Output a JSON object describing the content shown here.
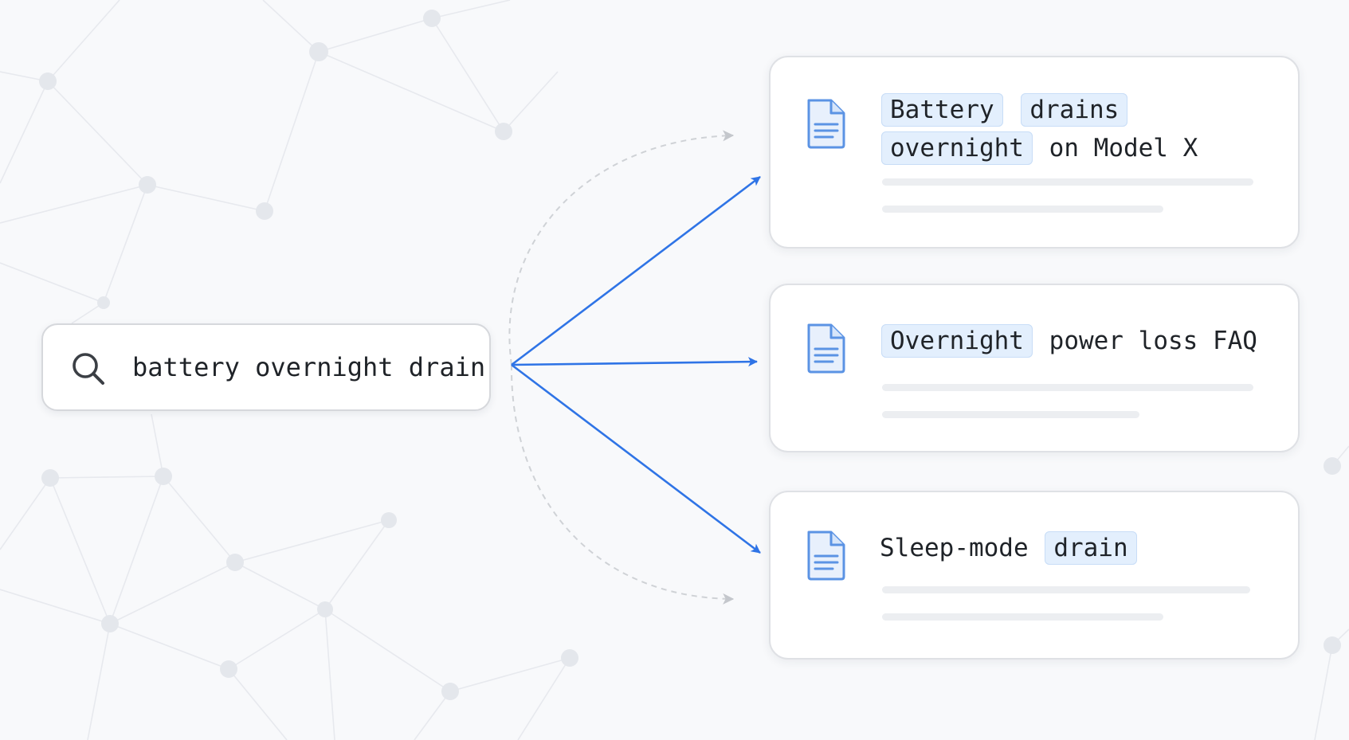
{
  "search": {
    "query": "battery overnight drain",
    "icon": "search-icon"
  },
  "results": [
    {
      "icon": "document-icon",
      "title_parts": [
        {
          "text": "Battery",
          "highlight": true
        },
        {
          "text": "drains",
          "highlight": true
        },
        {
          "text": "overnight",
          "highlight": true
        },
        {
          "text": "on",
          "highlight": false
        },
        {
          "text": "Model",
          "highlight": false
        },
        {
          "text": "X",
          "highlight": false
        }
      ]
    },
    {
      "icon": "document-icon",
      "title_parts": [
        {
          "text": "Overnight",
          "highlight": true
        },
        {
          "text": "power",
          "highlight": false
        },
        {
          "text": "loss",
          "highlight": false
        },
        {
          "text": "FAQ",
          "highlight": false
        }
      ]
    },
    {
      "icon": "document-icon",
      "title_parts": [
        {
          "text": "Sleep-mode",
          "highlight": false
        },
        {
          "text": "drain",
          "highlight": true
        }
      ]
    }
  ],
  "colors": {
    "arrow": "#2f74e6",
    "highlight_bg": "#e3effd",
    "highlight_border": "#c8ddf7",
    "doc_icon": "#5b93e4",
    "dashed_arc": "#c4c7cc",
    "placeholder_line": "#eceef1"
  }
}
